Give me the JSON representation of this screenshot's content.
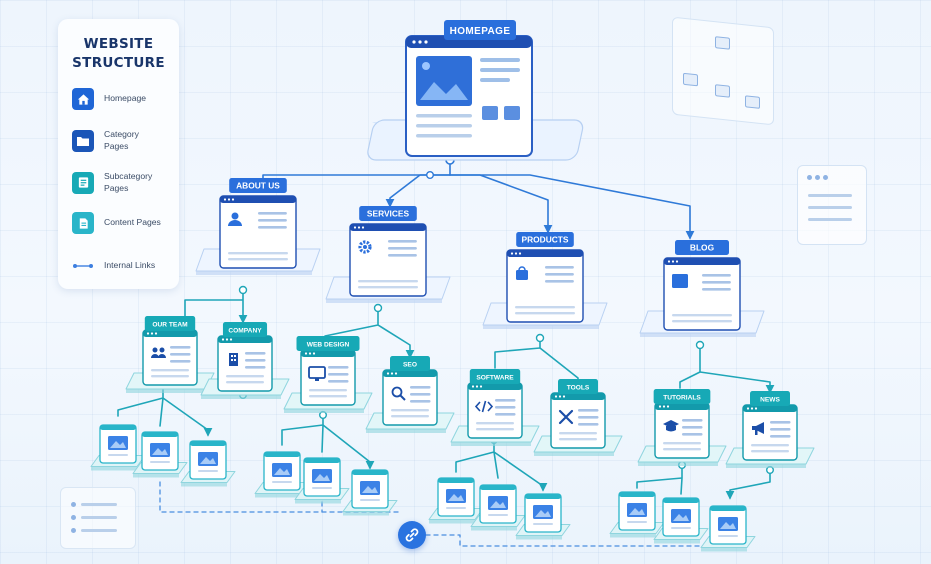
{
  "legend": {
    "title_line1": "WEBSITE",
    "title_line2": "STRUCTURE",
    "items": [
      {
        "label": "Homepage",
        "icon": "home-icon"
      },
      {
        "label": "Category Pages",
        "icon": "folder-icon"
      },
      {
        "label": "Subcategory Pages",
        "icon": "subcategory-page-icon"
      },
      {
        "label": "Content Pages",
        "icon": "document-icon"
      },
      {
        "label": "Internal Links",
        "icon": "link-line-icon"
      }
    ]
  },
  "colors": {
    "primary_blue": "#1f66d6",
    "category_tag": "#2a6fdc",
    "subcategory_teal": "#17a9b6",
    "content_cyan": "#29b5c9",
    "link_line": "#3d7fe0",
    "title_navy": "#19356a"
  },
  "homepage": {
    "label": "HOMEPAGE"
  },
  "categories": [
    {
      "label": "ABOUT US"
    },
    {
      "label": "SERVICES"
    },
    {
      "label": "PRODUCTS"
    },
    {
      "label": "BLOG"
    }
  ],
  "subcategories": [
    {
      "label": "OUR TEAM"
    },
    {
      "label": "COMPANY"
    },
    {
      "label": "WEB DESIGN"
    },
    {
      "label": "SEO"
    },
    {
      "label": "SOFTWARE"
    },
    {
      "label": "TOOLS"
    },
    {
      "label": "TUTORIALS"
    },
    {
      "label": "NEWS"
    }
  ]
}
